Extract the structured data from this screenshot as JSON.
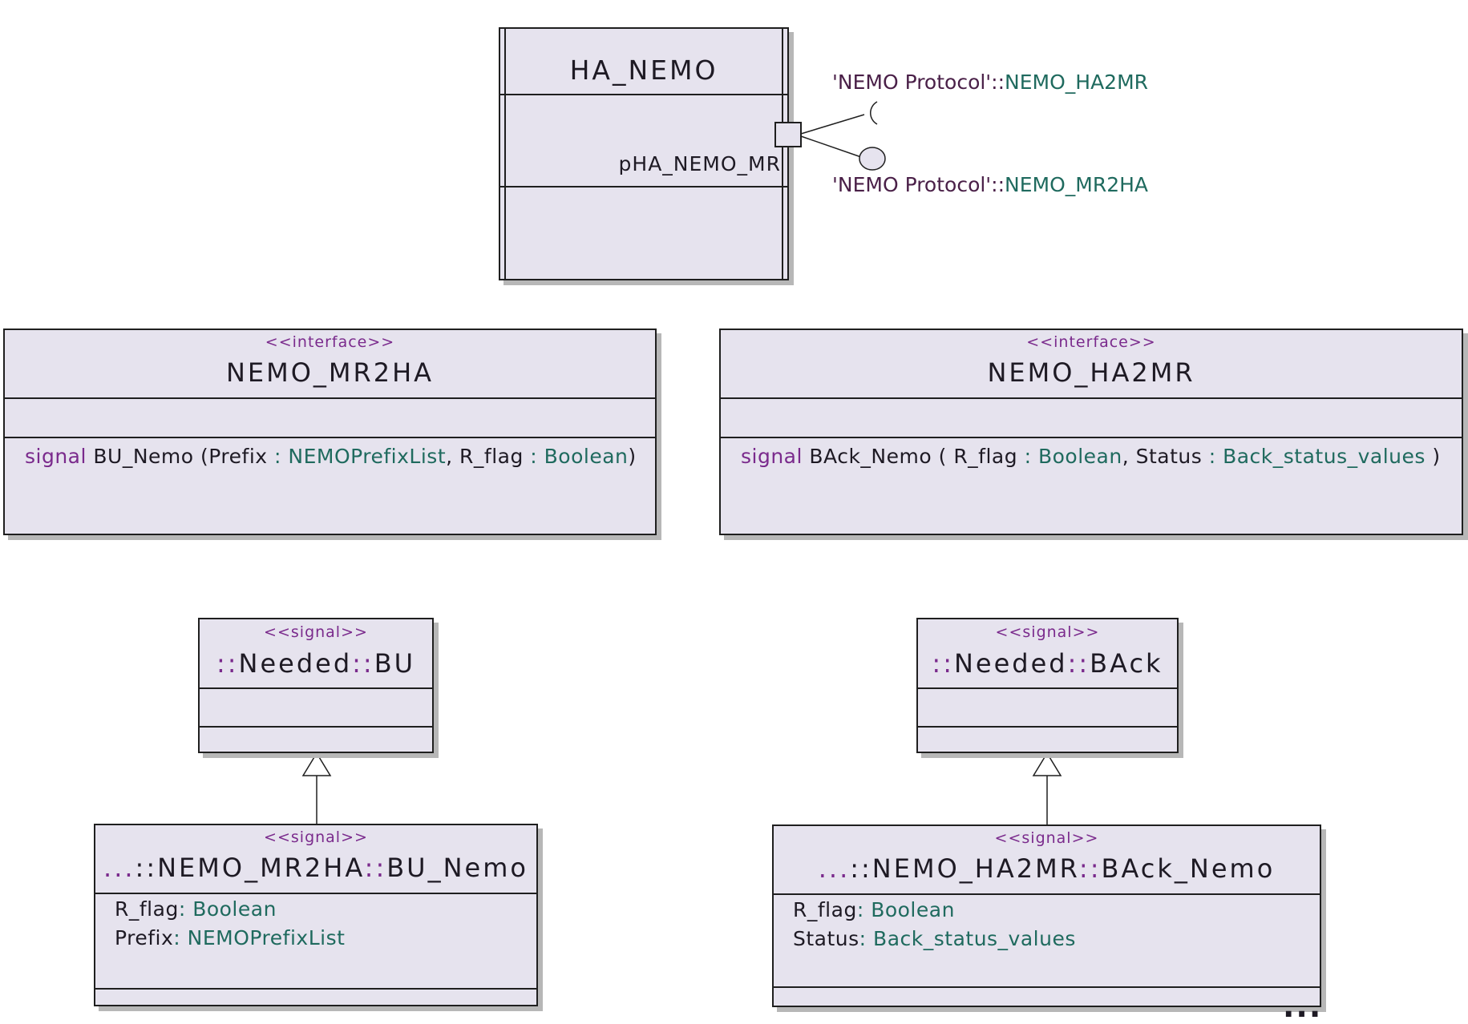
{
  "ha_nemo": {
    "name": "HA_NEMO",
    "port_label": "pHA_NEMO_MR",
    "required_interface": {
      "prefix": "'NEMO Protocol'::",
      "name": "NEMO_HA2MR"
    },
    "provided_interface": {
      "prefix": "'NEMO Protocol'::",
      "name": "NEMO_MR2HA"
    }
  },
  "iface_mr2ha": {
    "stereotype": "<<interface>>",
    "name": "NEMO_MR2HA",
    "operation": {
      "keyword": "signal",
      "sig_start": " BU_Nemo (Prefix ",
      "colon1": ": ",
      "type1": "NEMOPrefixList",
      "mid": ", R_flag ",
      "colon2": ": ",
      "type2": "Boolean",
      "end": ")"
    }
  },
  "iface_ha2mr": {
    "stereotype": "<<interface>>",
    "name": "NEMO_HA2MR",
    "operation": {
      "keyword": "signal",
      "sig_start": " BAck_Nemo ( R_flag ",
      "colon1": ": ",
      "type1": "Boolean",
      "mid": ", Status ",
      "colon2": ": ",
      "type2": "Back_status_values",
      "end": " )"
    }
  },
  "signal_bu": {
    "stereotype": "<<signal>>",
    "sep1": "::",
    "part1": "Needed",
    "sep2": "::",
    "part2": "BU"
  },
  "signal_back": {
    "stereotype": "<<signal>>",
    "sep1": "::",
    "part1": "Needed",
    "sep2": "::",
    "part2": "BAck"
  },
  "signal_bu_nemo": {
    "stereotype": "<<signal>>",
    "dots": "...",
    "sep1": "::",
    "part1": "NEMO_MR2HA",
    "sep2": "::",
    "part2": "BU_Nemo",
    "attributes": [
      {
        "name": "R_flag",
        "colon": ": ",
        "type": "Boolean"
      },
      {
        "name": "Prefix",
        "colon": ": ",
        "type": "NEMOPrefixList"
      }
    ]
  },
  "signal_back_nemo": {
    "stereotype": "<<signal>>",
    "dots": "...",
    "sep1": "::",
    "part1": "NEMO_HA2MR",
    "sep2": "::",
    "part2": "BAck_Nemo",
    "attributes": [
      {
        "name": "R_flag",
        "colon": ": ",
        "type": "Boolean"
      },
      {
        "name": "Status",
        "colon": ": ",
        "type": "Back_status_values"
      }
    ],
    "more_indicator": "..."
  }
}
